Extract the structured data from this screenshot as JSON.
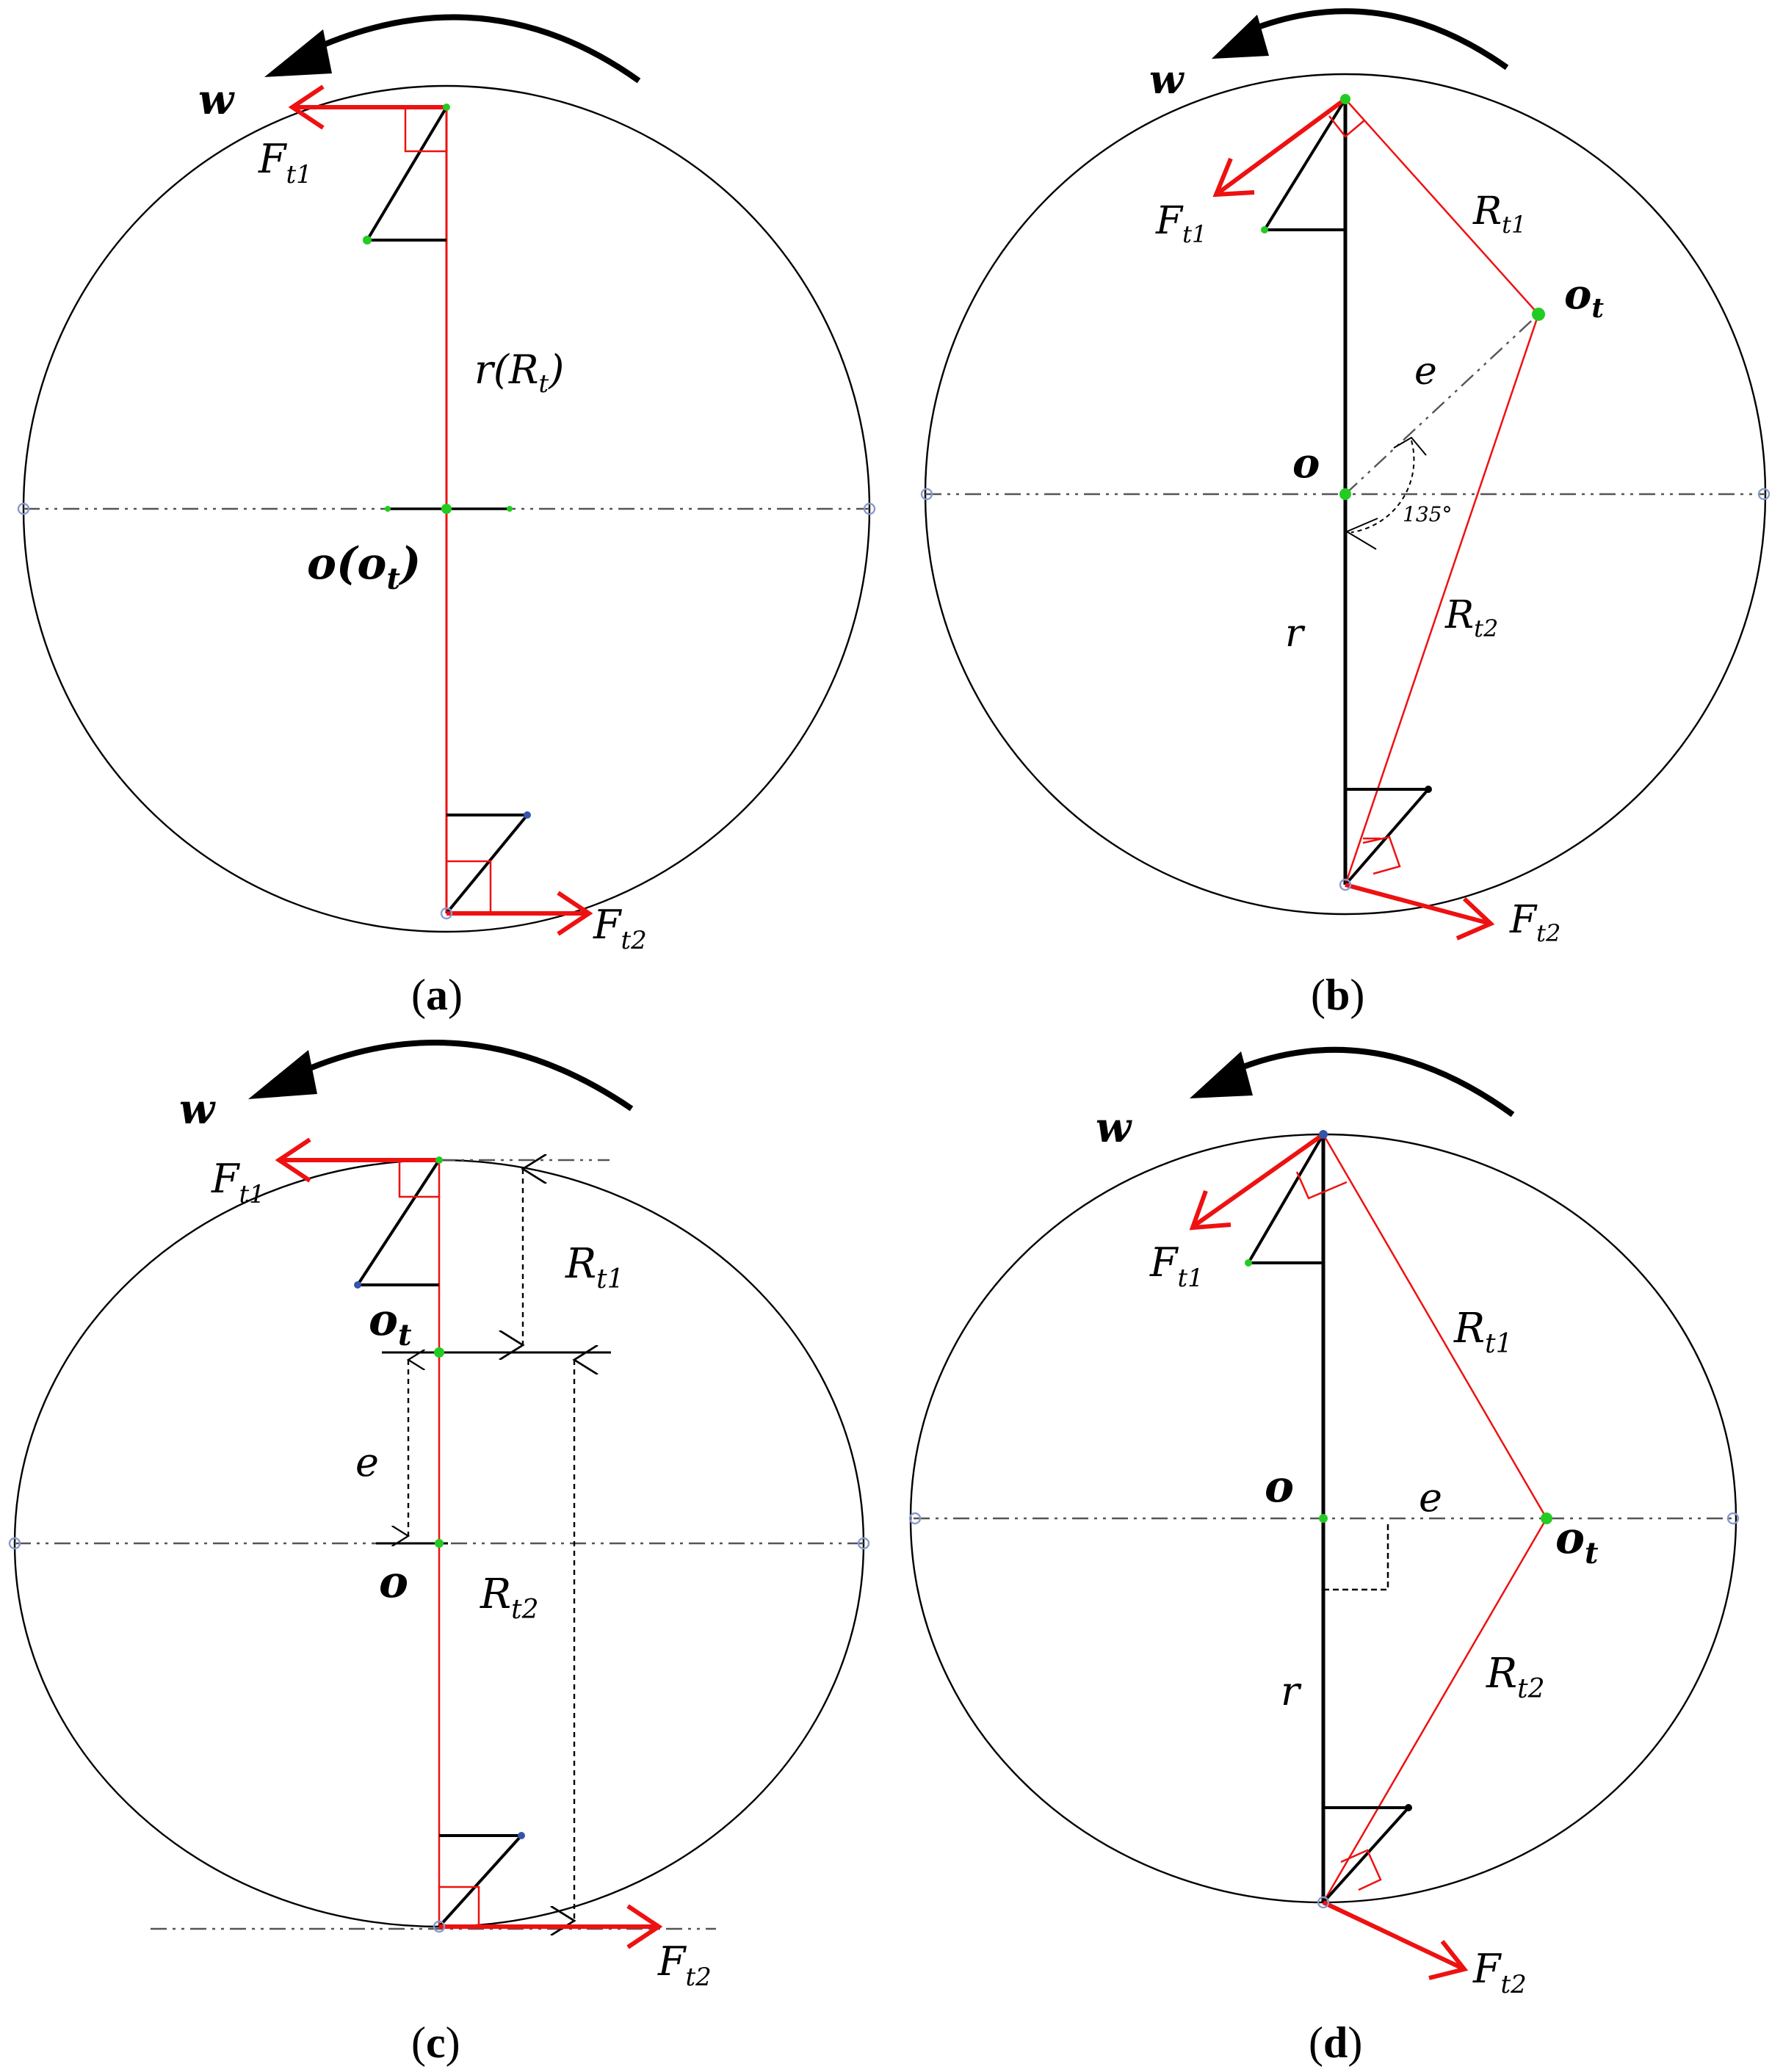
{
  "panels": [
    {
      "id": "a",
      "caption": {
        "open": "(",
        "letter": "a",
        "close": ")"
      },
      "labels": {
        "w": "w",
        "ft1": "F",
        "ft1_sub": "t1",
        "ft2": "F",
        "ft2_sub": "t2",
        "radius": "r(R",
        "radius_sub": "t",
        "radius_close": ")",
        "center": "o(o",
        "center_sub": "t",
        "center_close": ")"
      }
    },
    {
      "id": "b",
      "caption": {
        "open": "(",
        "letter": "b",
        "close": ")"
      },
      "labels": {
        "w": "w",
        "ft1": "F",
        "ft1_sub": "t1",
        "ft2": "F",
        "ft2_sub": "t2",
        "rt1": "R",
        "rt1_sub": "t1",
        "rt2": "R",
        "rt2_sub": "t2",
        "ot": "o",
        "ot_sub": "t",
        "o": "o",
        "e": "e",
        "r": "r",
        "angle": "135°"
      }
    },
    {
      "id": "c",
      "caption": {
        "open": "(",
        "letter": "c",
        "close": ")"
      },
      "labels": {
        "w": "w",
        "ft1": "F",
        "ft1_sub": "t1",
        "ft2": "F",
        "ft2_sub": "t2",
        "rt1": "R",
        "rt1_sub": "t1",
        "rt2": "R",
        "rt2_sub": "t2",
        "ot": "o",
        "ot_sub": "t",
        "o": "o",
        "e": "e"
      }
    },
    {
      "id": "d",
      "caption": {
        "open": "(",
        "letter": "d",
        "close": ")"
      },
      "labels": {
        "w": "w",
        "ft1": "F",
        "ft1_sub": "t1",
        "ft2": "F",
        "ft2_sub": "t2",
        "rt1": "R",
        "rt1_sub": "t1",
        "rt2": "R",
        "rt2_sub": "t2",
        "ot": "o",
        "ot_sub": "t",
        "o": "o",
        "e": "e",
        "r": "r"
      }
    }
  ],
  "colors": {
    "force": "#ee1111",
    "structure": "#000000",
    "node": "#22cc22"
  }
}
